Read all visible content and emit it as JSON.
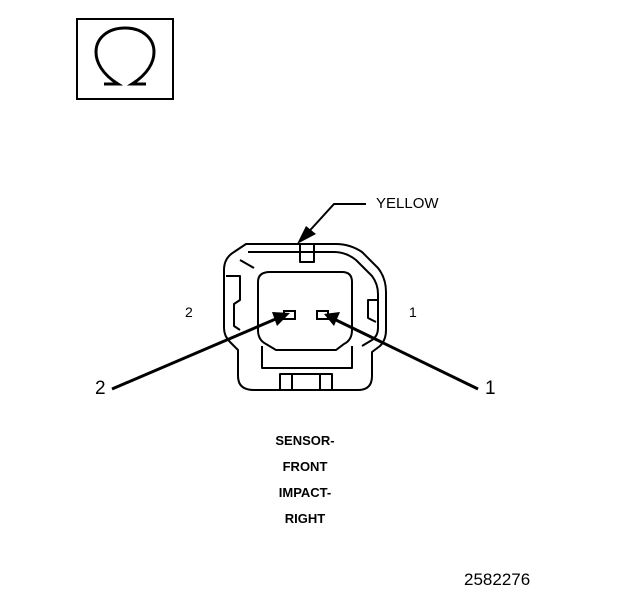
{
  "meter_icon": "ohm-symbol-icon",
  "connector": {
    "wire_color_label": "YELLOW",
    "pin_label_left_small": "2",
    "pin_label_right_small": "1",
    "pin_callout_left": "2",
    "pin_callout_right": "1"
  },
  "caption": {
    "lines": [
      "SENSOR-",
      "FRONT",
      "IMPACT-",
      "RIGHT"
    ]
  },
  "figure_number": "2582276"
}
